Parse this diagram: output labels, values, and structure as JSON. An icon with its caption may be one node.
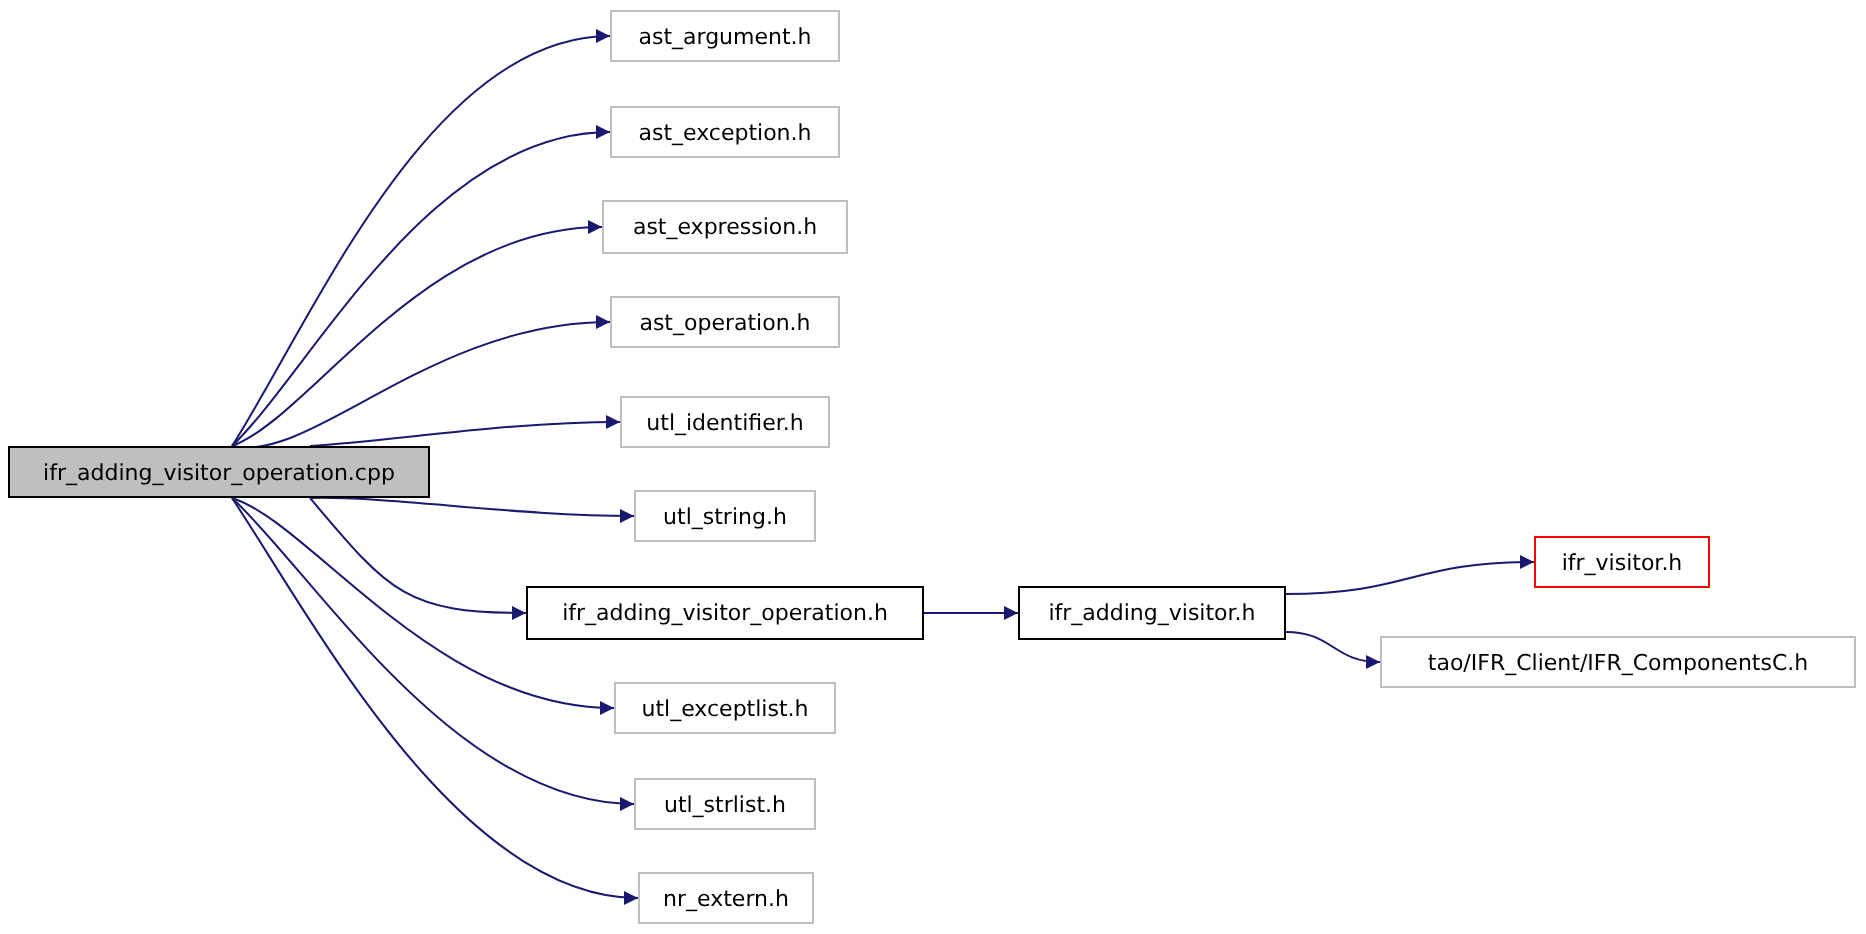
{
  "diagram": {
    "nodes": [
      {
        "text": [
          "ifr_adding_visitor_operation.cpp"
        ]
      },
      {
        "text": [
          "ast_argument.h"
        ]
      },
      {
        "text": [
          "ast_exception.h"
        ]
      },
      {
        "text": [
          "ast_expression.h"
        ]
      },
      {
        "text": [
          "ast_operation.h"
        ]
      },
      {
        "text": [
          "utl_identifier.h"
        ]
      },
      {
        "text": [
          "utl_string.h"
        ]
      },
      {
        "text": [
          "ifr_adding_visitor_operation.h"
        ]
      },
      {
        "text": [
          "utl_exceptlist.h"
        ]
      },
      {
        "text": [
          "utl_strlist.h"
        ]
      },
      {
        "text": [
          "nr_extern.h"
        ]
      },
      {
        "text": [
          "ifr_adding_visitor.h"
        ]
      },
      {
        "text": [
          "ifr_visitor.h"
        ]
      },
      {
        "text": [
          "tao/IFR_Client/IFR_ComponentsC.h"
        ]
      }
    ],
    "edges": [
      {
        "from": 0,
        "to": 1,
        "arrow": "to"
      },
      {
        "from": 0,
        "to": 2,
        "arrow": "to"
      },
      {
        "from": 0,
        "to": 3,
        "arrow": "to"
      },
      {
        "from": 0,
        "to": 4,
        "arrow": "to"
      },
      {
        "from": 0,
        "to": 5,
        "arrow": "to"
      },
      {
        "from": 0,
        "to": 6,
        "arrow": "to"
      },
      {
        "from": 0,
        "to": 7,
        "arrow": "to"
      },
      {
        "from": 0,
        "to": 8,
        "arrow": "to"
      },
      {
        "from": 0,
        "to": 9,
        "arrow": "to"
      },
      {
        "from": 0,
        "to": 10,
        "arrow": "to"
      },
      {
        "from": 7,
        "to": 11,
        "arrow": "to"
      },
      {
        "from": 11,
        "to": 12,
        "arrow": "to"
      },
      {
        "from": 11,
        "to": 13,
        "arrow": "to"
      }
    ]
  }
}
